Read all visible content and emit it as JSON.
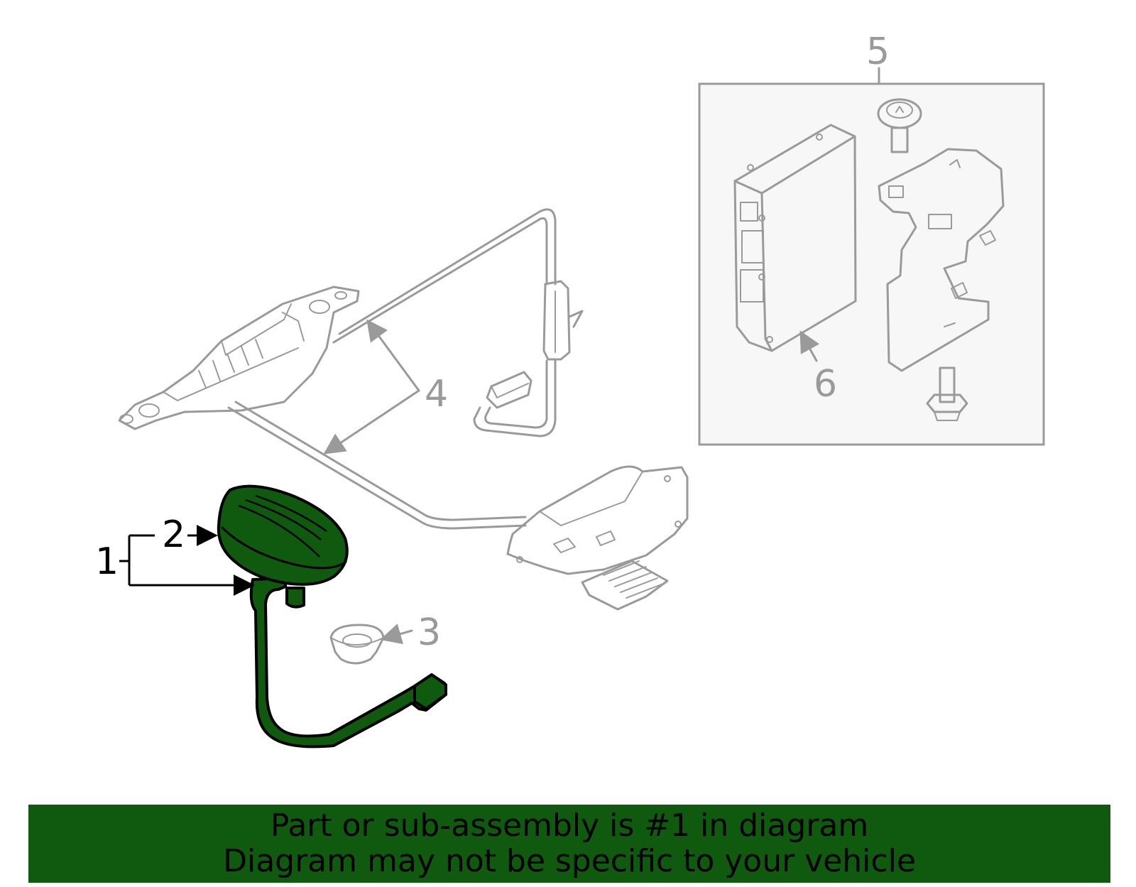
{
  "diagram": {
    "callouts": {
      "c1": "1",
      "c2": "2",
      "c3": "3",
      "c4": "4",
      "c5": "5",
      "c6": "6"
    },
    "highlight_color": "#0f5a0f",
    "part_stroke_color": "#9a9a9a"
  },
  "banner": {
    "line1": "Part or sub-assembly is #1 in diagram",
    "line2": "Diagram may not be specific to your vehicle",
    "background": "#0f5a0f"
  }
}
